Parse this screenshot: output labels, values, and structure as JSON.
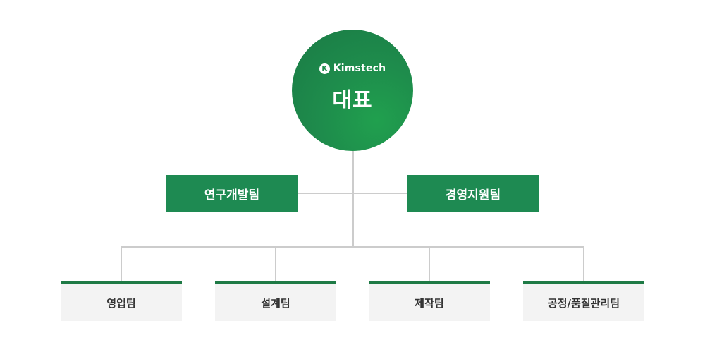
{
  "ceo": {
    "logo_text": "Kimstech",
    "logo_icon": "K",
    "title": "대표"
  },
  "mid_units": [
    {
      "label": "연구개발팀"
    },
    {
      "label": "경영지원팀"
    }
  ],
  "teams": [
    {
      "label": "영업팀"
    },
    {
      "label": "설계팀"
    },
    {
      "label": "제작팀"
    },
    {
      "label": "공정/품질관리팀"
    }
  ],
  "colors": {
    "brand_green": "#1e8a52",
    "leaf_bar": "#1e7a45",
    "leaf_bg": "#f3f3f3",
    "connector": "#cccccc"
  }
}
